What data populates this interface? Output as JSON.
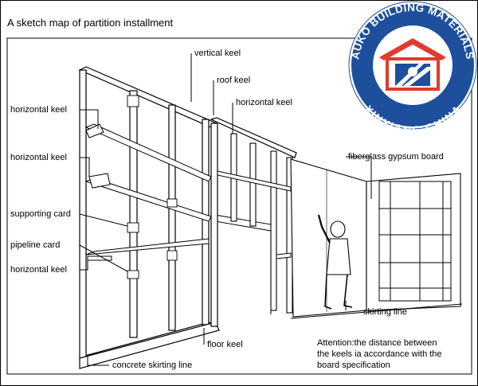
{
  "title": "A sketch map of partition installment",
  "logo": {
    "top_text": "AUKO BUILDING MATERIALS",
    "bottom_text": "XINXIANG CHINA",
    "colors": {
      "ring": "#1d4f9c",
      "roof": "#e23b2e",
      "wall": "#ffffff",
      "sky": "#1d4f9c"
    }
  },
  "labels": {
    "vertical_keel": "vertical keel",
    "roof_keel": "roof keel",
    "horizontal_keel_right": "horizontal keel",
    "horizontal_keel_1": "horizontal keel",
    "horizontal_keel_2": "horizontal keel",
    "supporting_card": "supporting card",
    "pipeline_card": "pipeline card",
    "horizontal_keel_3": "horizontal keel",
    "fiberglass_board": "fiberglass gypsum board",
    "skirting_line": "skirting line",
    "floor_keel": "floor keel",
    "concrete_skirting_line": "concrete skirting line"
  },
  "attention": {
    "line1": "Attention:the distance between",
    "line2": "the keels ia accordance with the",
    "line3": "board specification"
  }
}
